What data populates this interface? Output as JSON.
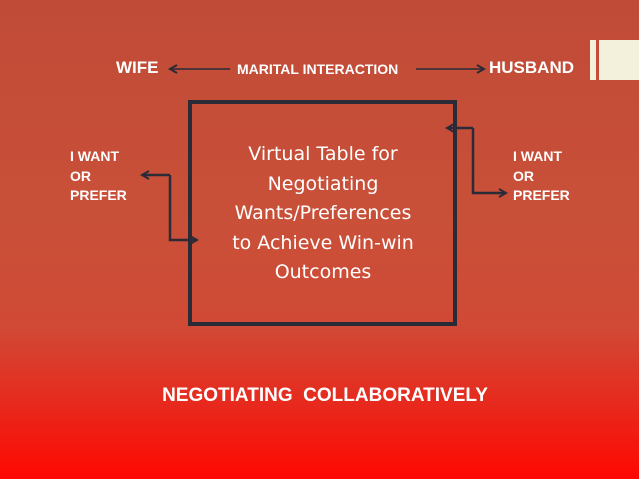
{
  "header": {
    "left": "WIFE",
    "center": "MARITAL INTERACTION",
    "right": "HUSBAND"
  },
  "box": {
    "lines": [
      "Virtual Table for",
      "Negotiating",
      "Wants/Preferences",
      "to Achieve Win-win",
      "Outcomes"
    ]
  },
  "left_label": {
    "lines": [
      "I WANT",
      "OR",
      "PREFER"
    ]
  },
  "right_label": {
    "lines": [
      "I WANT",
      "OR",
      "PREFER"
    ]
  },
  "footer": "NEGOTIATING  COLLABORATIVELY"
}
